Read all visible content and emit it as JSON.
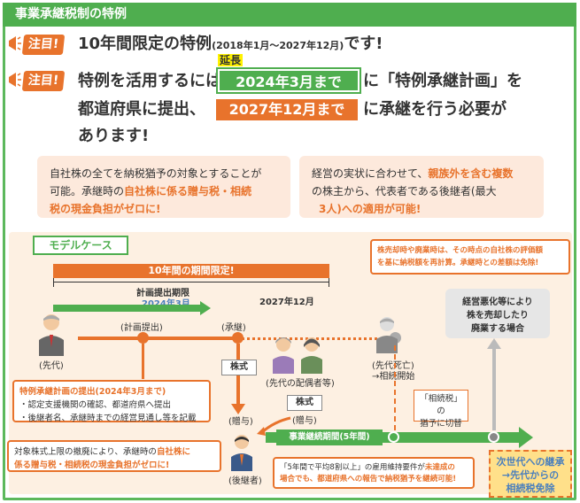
{
  "header": {
    "title": "事業承継税制の特例"
  },
  "badges": {
    "label": "注目!"
  },
  "line1": {
    "main": "10年間限定の特例",
    "range": "(2018年1月〜2027年12月)",
    "tail": "です!"
  },
  "line2": {
    "pre": "特例を活用するには、",
    "box1": "2024年3月まで",
    "enchou": "延長",
    "post": "に「特例承継計画」を"
  },
  "line3": {
    "pre": "都道府県に提出、",
    "box2": "2027年12月まで",
    "post": "に承継を行う必要が"
  },
  "line4": {
    "text": "あります!"
  },
  "left_box": {
    "l1": "自社株の全てを納税猶予の対象とすることが",
    "l2a": "可能。承継時の",
    "l2b": "自社株に係る贈与税・相続",
    "l3a": "税の現金負担がゼロに!",
    "l3b": ""
  },
  "right_box": {
    "l1a": "経営の実状に合わせて、",
    "l1b": "親族外を含む複数",
    "l2a": "の株主から、代表者である後継者(最大",
    "l3a": "3人)への適用が可能!"
  },
  "model": {
    "tag": "モデルケース"
  },
  "timeline": {
    "ten_year": "10年間の期間限定!",
    "deadline_label": "計画提出期限",
    "deadline_date": "2024年3月",
    "end_date": "2027年12月",
    "step_plan": "(計画提出)",
    "step_succeed": "(承継)",
    "senior": "(先代)",
    "spouse": "(先代の配偶者等)",
    "senior_death": "(先代死亡)",
    "inherit_start": "→相続開始",
    "successor": "(後継者)",
    "gift": "(贈与)",
    "gift2": "(贈与)",
    "stock": "株式",
    "stock2": "株式",
    "period": "事業継続期間(5年間)"
  },
  "note_plan": {
    "title": "特例承継計画の提出(2024年3月まで)",
    "b1": "・認定支援機関の確認、都道府県へ提出",
    "b2": "・後継者名、承継時までの経営見通し等を記載"
  },
  "note_bottom_left": {
    "l1a": "対象株式上限の撤廃により、承継時の",
    "l1b": "自社株に",
    "l2": "係る贈与税・相続税の現金負担がゼロに!"
  },
  "note_top_right": {
    "l1": "株売却時や廃業時は、その時点の自社株の評価額",
    "l2": "を基に納税額を再計算。承継時との差額は免除!"
  },
  "gray_box": {
    "l1": "経営悪化等により",
    "l2": "株を売却したり",
    "l3": "廃業する場合"
  },
  "inherit_box": {
    "l1": "「相続税」の",
    "l2": "猶予に切替"
  },
  "note_bottom_mid": {
    "l1a": "「5年間で平均8割以上」の雇用維持要件が",
    "l1b": "未達成の",
    "l2": "場合でも、都道府県への報告で納税猶予を継続可能!"
  },
  "next_gen": {
    "l1": "次世代への継承",
    "l2": "→先代からの",
    "l3": "相続税免除"
  },
  "colors": {
    "green": "#4fae4f",
    "orange": "#e8732c",
    "pink": "#fde9dc",
    "cream": "#fdf0e2"
  }
}
